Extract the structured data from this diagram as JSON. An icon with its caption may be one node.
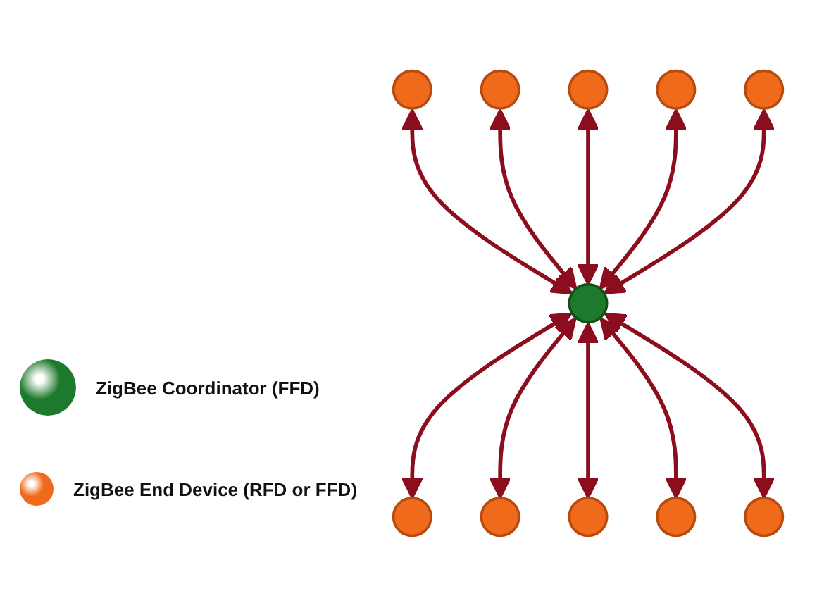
{
  "diagram": {
    "nodes": [
      {
        "text": [],
        "shape": "circle"
      },
      {
        "text": [],
        "shape": "circle"
      },
      {
        "text": [],
        "shape": "circle"
      },
      {
        "text": [],
        "shape": "circle"
      },
      {
        "text": [],
        "shape": "circle"
      },
      {
        "text": [],
        "shape": "circle"
      },
      {
        "text": [],
        "shape": "circle"
      },
      {
        "text": [],
        "shape": "circle"
      },
      {
        "text": [],
        "shape": "circle"
      },
      {
        "text": [],
        "shape": "circle"
      },
      {
        "text": [],
        "shape": "circle"
      }
    ],
    "edges": [
      {
        "from": 0,
        "to": 5,
        "arrow": "both"
      },
      {
        "from": 1,
        "to": 5,
        "arrow": "both"
      },
      {
        "from": 2,
        "to": 5,
        "arrow": "both"
      },
      {
        "from": 3,
        "to": 5,
        "arrow": "both"
      },
      {
        "from": 4,
        "to": 5,
        "arrow": "both"
      },
      {
        "from": 5,
        "to": 6,
        "arrow": "both"
      },
      {
        "from": 5,
        "to": 7,
        "arrow": "both"
      },
      {
        "from": 5,
        "to": 8,
        "arrow": "both"
      },
      {
        "from": 5,
        "to": 9,
        "arrow": "both"
      },
      {
        "from": 5,
        "to": 10,
        "arrow": "both"
      }
    ],
    "legend": [
      {
        "text": "ZigBee Coordinator (FFD)",
        "color": "#1d7a2c"
      },
      {
        "text": "ZigBee End Device (RFD or FFD)",
        "color": "#f06a1c"
      }
    ]
  }
}
